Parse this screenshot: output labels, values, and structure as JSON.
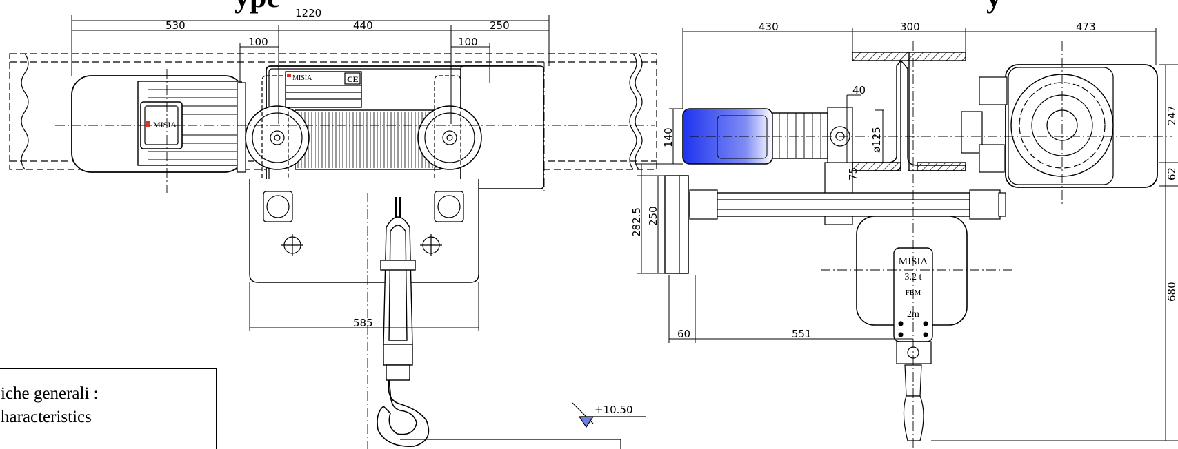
{
  "title_fragments": {
    "left": "ype",
    "right": "y"
  },
  "spec_box": {
    "line1": "iche generali :",
    "line2": "haracteristics"
  },
  "brand": {
    "plate": "MISIA",
    "motor": "MISIA",
    "ce": "CE"
  },
  "hook_block": {
    "brand": "MISIA",
    "capacity": "3.2 t",
    "standard": "FEM",
    "group": "2m"
  },
  "dimensions_front": {
    "overall": "1220",
    "left": "530",
    "middle": "440",
    "right": "250",
    "offset_left": "100",
    "offset_right": "100",
    "width_bottom": "585"
  },
  "dimensions_side": {
    "left": "430",
    "middle": "300",
    "right": "473",
    "flange": "40",
    "diameter": "ø125",
    "motor_h": "140",
    "gap": "75",
    "height_right": "247",
    "small_right": "62",
    "h_bottom": "282.5",
    "h_inner": "250",
    "left_offset": "60",
    "span": "551",
    "total_height": "680"
  },
  "level_mark": "+10.50",
  "colors": {
    "motor_blue": "#2a3ff0",
    "brand_red": "#d9332e",
    "level_fill": "#6f7fe0"
  }
}
